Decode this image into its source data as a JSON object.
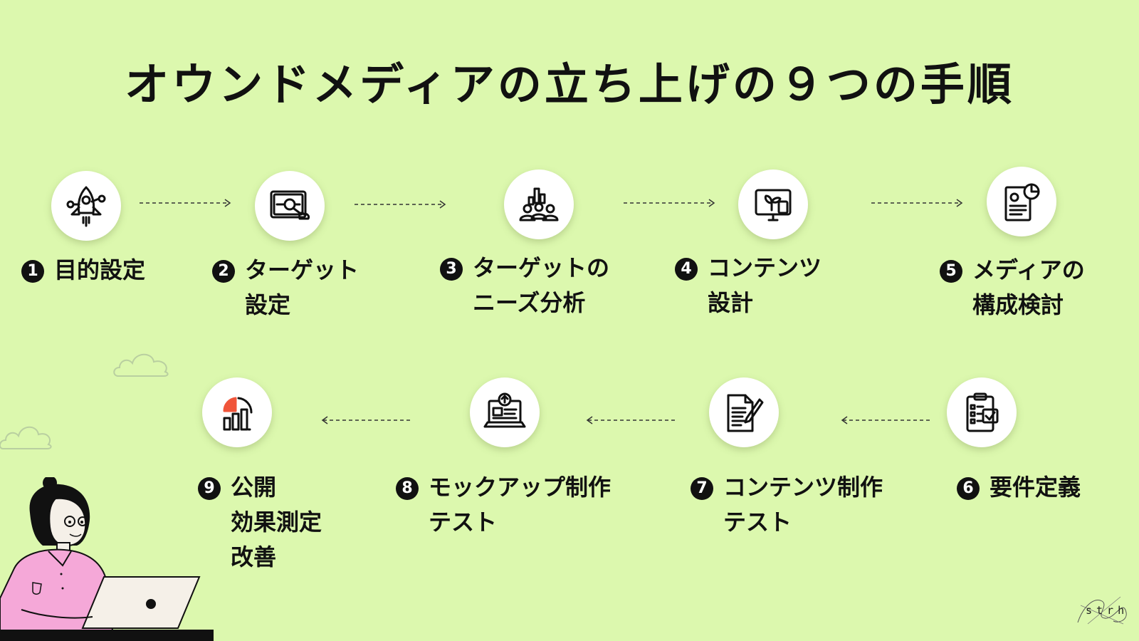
{
  "title": "オウンドメディアの立ち上げの９つの手順",
  "steps": [
    {
      "num": "1",
      "lines": [
        "目的設定"
      ],
      "icon": "rocket-icon"
    },
    {
      "num": "2",
      "lines": [
        "ターゲット",
        "設定"
      ],
      "icon": "target-search-icon"
    },
    {
      "num": "3",
      "lines": [
        "ターゲットの",
        "ニーズ分析"
      ],
      "icon": "audience-analysis-icon"
    },
    {
      "num": "4",
      "lines": [
        "コンテンツ",
        "設計"
      ],
      "icon": "content-design-icon"
    },
    {
      "num": "5",
      "lines": [
        "メディアの",
        "構成検討"
      ],
      "icon": "report-chart-icon"
    },
    {
      "num": "6",
      "lines": [
        "要件定義"
      ],
      "icon": "checklist-clipboard-icon"
    },
    {
      "num": "7",
      "lines": [
        "コンテンツ制作",
        "テスト"
      ],
      "icon": "document-pen-icon"
    },
    {
      "num": "8",
      "lines": [
        "モックアップ制作",
        "テスト"
      ],
      "icon": "laptop-upload-icon"
    },
    {
      "num": "9",
      "lines": [
        "公開",
        "効果測定",
        "改善"
      ],
      "icon": "analytics-chart-icon"
    }
  ],
  "logo": {
    "text": "strh"
  },
  "colors": {
    "background": "#dcf8ae",
    "accent": "#f0553a",
    "person_shirt": "#f5a8d8"
  }
}
